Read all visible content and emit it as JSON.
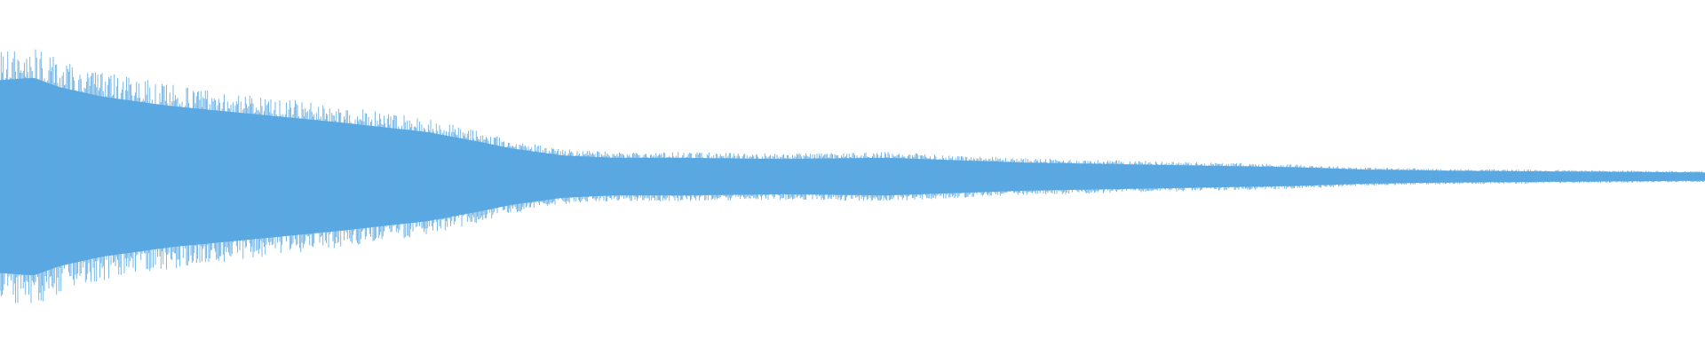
{
  "waveform": {
    "color": "#5BA8E2",
    "background": "#FFFFFF",
    "envelope": [
      [
        0.0,
        0.82
      ],
      [
        0.02,
        0.84
      ],
      [
        0.035,
        0.76
      ],
      [
        0.06,
        0.68
      ],
      [
        0.1,
        0.6
      ],
      [
        0.15,
        0.53
      ],
      [
        0.2,
        0.46
      ],
      [
        0.25,
        0.38
      ],
      [
        0.28,
        0.3
      ],
      [
        0.3,
        0.24
      ],
      [
        0.33,
        0.18
      ],
      [
        0.36,
        0.16
      ],
      [
        0.4,
        0.16
      ],
      [
        0.46,
        0.15
      ],
      [
        0.52,
        0.16
      ],
      [
        0.56,
        0.14
      ],
      [
        0.6,
        0.12
      ],
      [
        0.64,
        0.11
      ],
      [
        0.68,
        0.1
      ],
      [
        0.72,
        0.09
      ],
      [
        0.76,
        0.08
      ],
      [
        0.8,
        0.06
      ],
      [
        0.85,
        0.05
      ],
      [
        0.9,
        0.045
      ],
      [
        0.95,
        0.04
      ],
      [
        1.0,
        0.035
      ]
    ]
  }
}
